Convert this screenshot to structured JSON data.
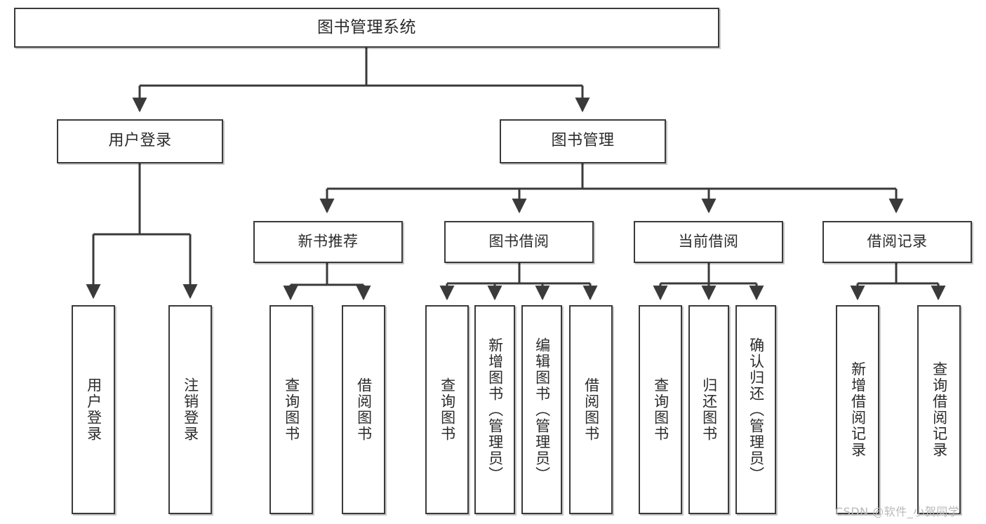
{
  "diagram": {
    "title": "图书管理系统",
    "type": "功能结构图",
    "colors": {
      "box_border": "#3a3a3a",
      "box_fill": "#ffffff",
      "text": "#2b2b2b",
      "connector": "#3a3a3a",
      "watermark": "#b9b9b9",
      "background": "#ffffff"
    },
    "root": {
      "label": "图书管理系统"
    },
    "level1": [
      {
        "label": "用户登录"
      },
      {
        "label": "图书管理"
      }
    ],
    "level2": [
      {
        "label": "新书推荐"
      },
      {
        "label": "图书借阅"
      },
      {
        "label": "当前借阅"
      },
      {
        "label": "借阅记录"
      }
    ],
    "leaves": {
      "user_login": [
        {
          "label": "用户登录"
        },
        {
          "label": "注销登录"
        }
      ],
      "new_book_recommend": [
        {
          "label": "查询图书"
        },
        {
          "label": "借阅图书"
        }
      ],
      "book_borrow": [
        {
          "label": "查询图书"
        },
        {
          "label": "新增图书（管理员）"
        },
        {
          "label": "编辑图书（管理员）"
        },
        {
          "label": "借阅图书"
        }
      ],
      "current_borrow": [
        {
          "label": "查询图书"
        },
        {
          "label": "归还图书"
        },
        {
          "label": "确认归还（管理员）"
        }
      ],
      "borrow_record": [
        {
          "label": "新增借阅记录"
        },
        {
          "label": "查询借阅记录"
        }
      ]
    },
    "watermark": "CSDN @软件_小贺同学"
  }
}
